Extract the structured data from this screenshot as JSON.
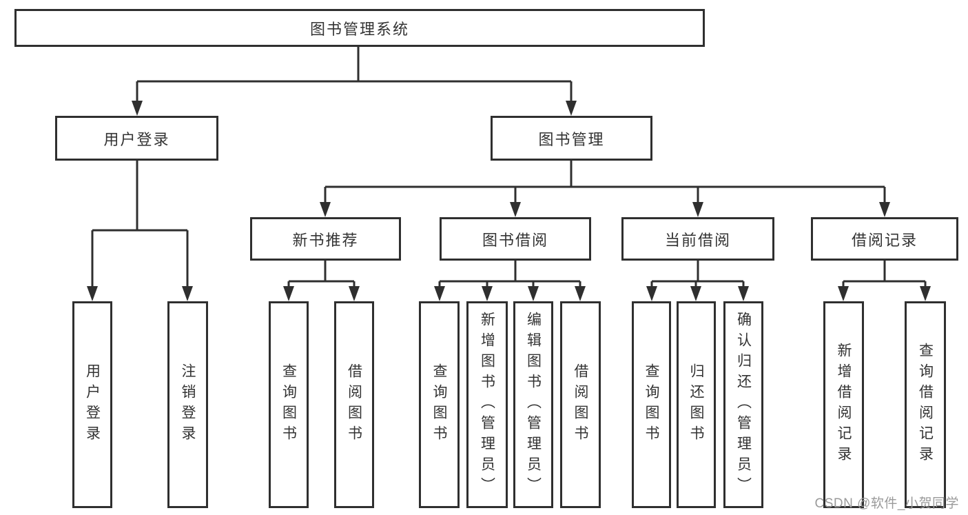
{
  "tree": {
    "label": "图书管理系统",
    "children": [
      {
        "label": "用户登录",
        "children": [
          {
            "label": "用户登录"
          },
          {
            "label": "注销登录"
          }
        ]
      },
      {
        "label": "图书管理",
        "children": [
          {
            "label": "新书推荐",
            "children": [
              {
                "label": "查询图书"
              },
              {
                "label": "借阅图书"
              }
            ]
          },
          {
            "label": "图书借阅",
            "children": [
              {
                "label": "查询图书"
              },
              {
                "label": "新增图书（管理员）"
              },
              {
                "label": "编辑图书（管理员）"
              },
              {
                "label": "借阅图书"
              }
            ]
          },
          {
            "label": "当前借阅",
            "children": [
              {
                "label": "查询图书"
              },
              {
                "label": "归还图书"
              },
              {
                "label": "确认归还（管理员）"
              }
            ]
          },
          {
            "label": "借阅记录",
            "children": [
              {
                "label": "新增借阅记录"
              },
              {
                "label": "查询借阅记录"
              }
            ]
          }
        ]
      }
    ]
  },
  "watermark": "CSDN @软件_小贺同学",
  "colors": {
    "background": "#ffffff",
    "line": "#2f2f2f",
    "text": "#333333",
    "watermark_text": "#9a9a9a"
  }
}
